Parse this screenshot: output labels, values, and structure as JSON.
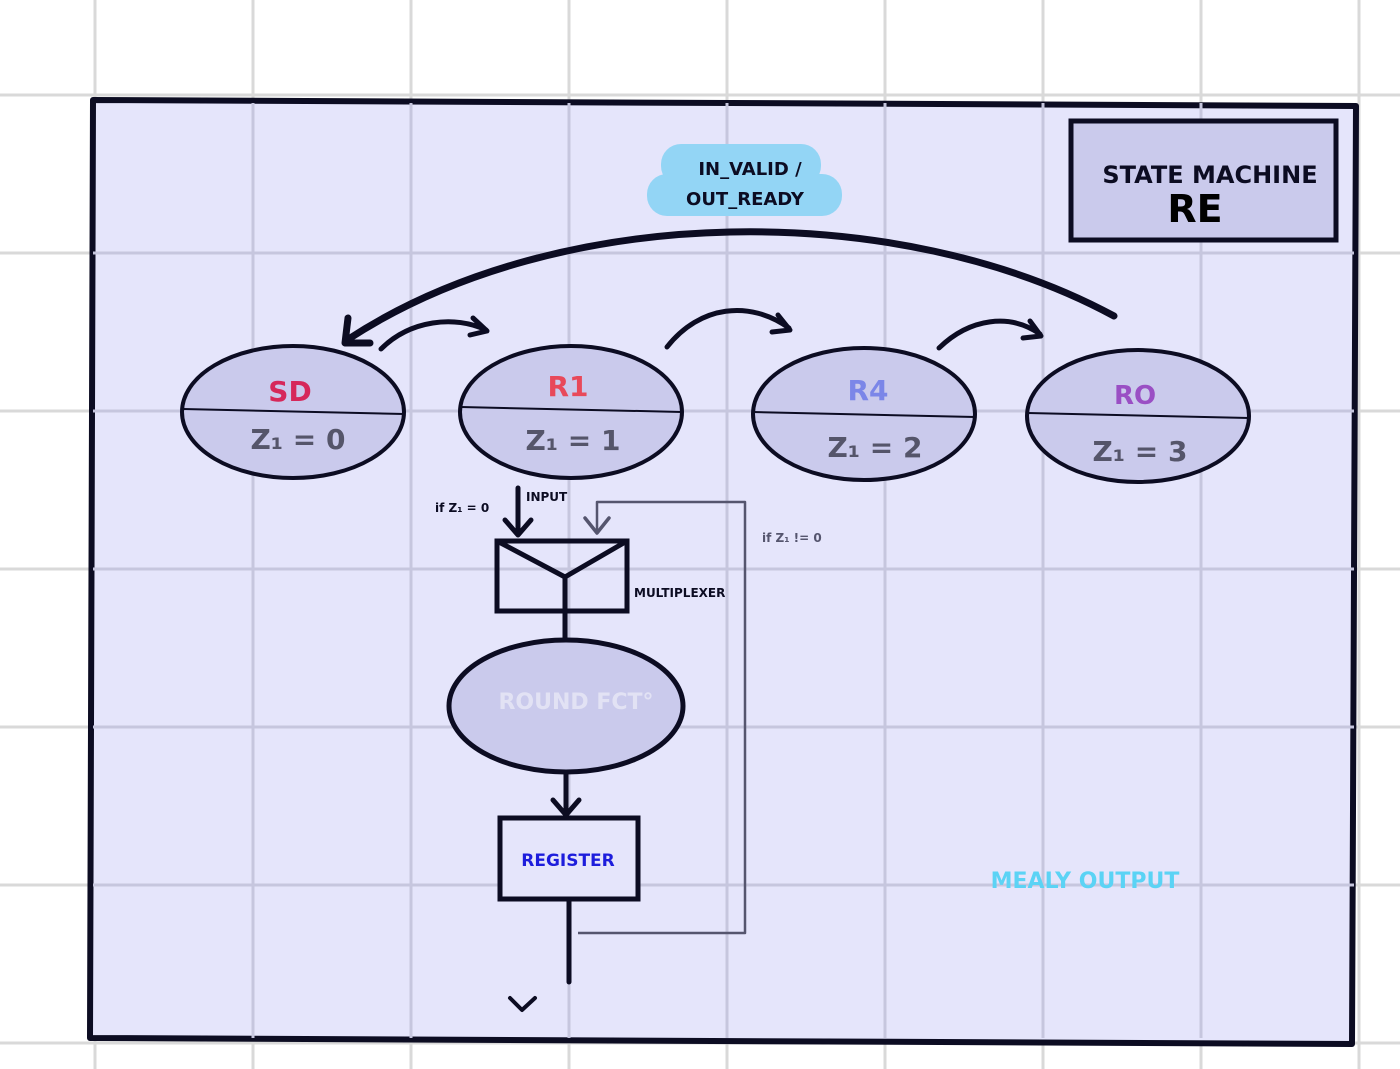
{
  "title_box": {
    "line1": "STATE MACHINE",
    "line2": "RE"
  },
  "transition_label": {
    "line1": "IN_VALID /",
    "line2": "OUT_READY"
  },
  "states": [
    {
      "name": "SD",
      "condition": "Z₁ = 0",
      "color": "#d6285a"
    },
    {
      "name": "R1",
      "condition": "Z₁ = 1",
      "color": "#e8495a"
    },
    {
      "name": "R4",
      "condition": "Z₁ = 2",
      "color": "#7b86e8"
    },
    {
      "name": "RO",
      "condition": "Z₁ = 3",
      "color": "#9a4fc4"
    }
  ],
  "datapath": {
    "input_label": "INPUT",
    "input_condition": "if Z₁ = 0",
    "feedback_condition": "if Z₁ != 0",
    "multiplexer_label": "MULTIPLEXER",
    "round_fct_label": "ROUND FCT°",
    "register_label": "REGISTER",
    "register_color": "#1d1ddc"
  },
  "mealy_output": {
    "label": "MEALY OUTPUT",
    "color": "#5bd3f5"
  },
  "colors": {
    "background": "#e5e5fb",
    "node_fill": "#cacaec",
    "ink": "#0c0c22",
    "label_highlight": "#93d5f5",
    "grid": "#d6d6d6"
  }
}
